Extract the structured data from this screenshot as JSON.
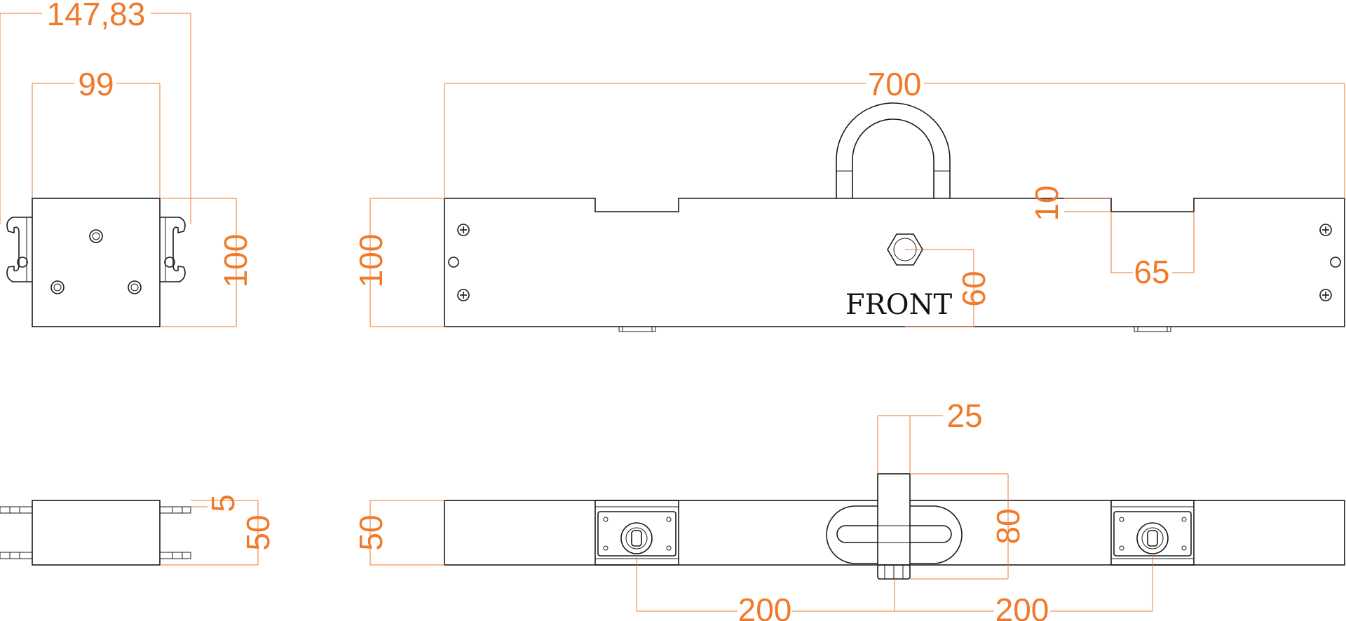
{
  "label": "FRONT",
  "colors": {
    "dimension": "#f07a2a",
    "outline": "#1a1a1a",
    "background": "#ffffff"
  },
  "side_view": {
    "overall_width": "147,83",
    "body_width": "99",
    "height": "100"
  },
  "end_view": {
    "height": "50",
    "plate_thickness": "5"
  },
  "front_view": {
    "length": "700",
    "height": "100",
    "notch_depth": "10",
    "notch_width": "65",
    "bolt_height": "60"
  },
  "top_view": {
    "height": "50",
    "shackle_width": "25",
    "shackle_length": "80",
    "lock_spacing_left": "200",
    "lock_spacing_right": "200"
  }
}
